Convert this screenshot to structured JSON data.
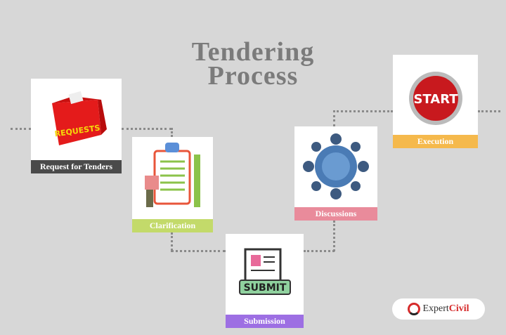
{
  "title": {
    "line1": "Tendering",
    "line2": "Process"
  },
  "steps": [
    {
      "label": "Request for Tenders",
      "color": "#4a4a4a",
      "image_text": "REQUESTS"
    },
    {
      "label": "Clarification",
      "color": "#c3da6a"
    },
    {
      "label": "Submission",
      "color": "#9d6fe3",
      "image_text": "SUBMIT"
    },
    {
      "label": "Discussions",
      "color": "#e98b9b"
    },
    {
      "label": "Execution",
      "color": "#f5b94c",
      "image_text": "START"
    }
  ],
  "logo": {
    "text1": "Expert",
    "text2": "Civil"
  }
}
